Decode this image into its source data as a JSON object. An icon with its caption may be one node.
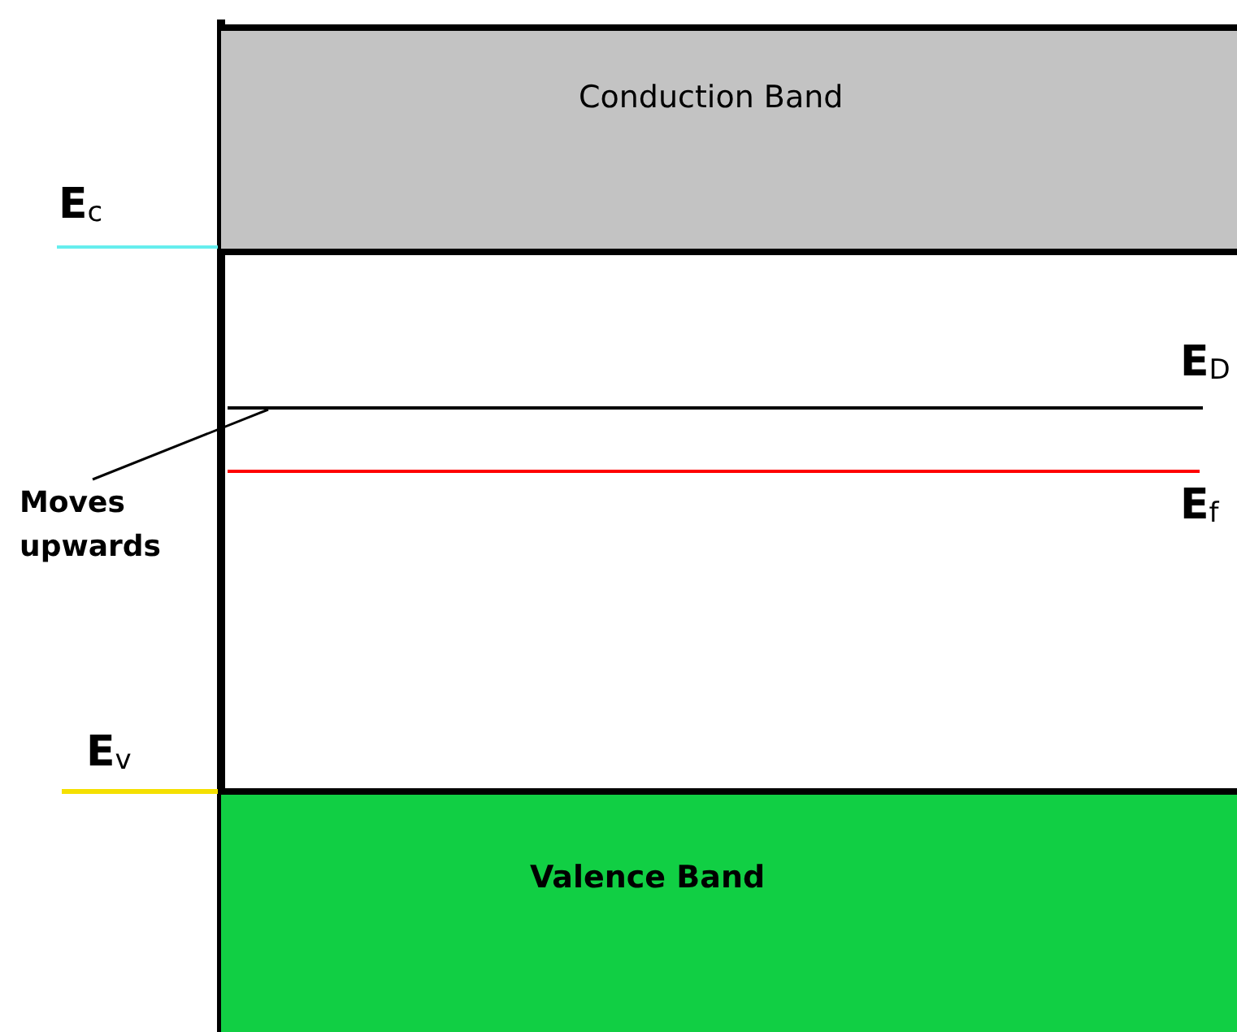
{
  "diagram": {
    "nodes": [
      {
        "text": [
          "Conduction Band"
        ]
      },
      {
        "text": [
          "Valence Band"
        ]
      },
      {
        "text": [
          "Moves upwards"
        ]
      },
      {
        "text": [],
        "shape": "bar"
      }
    ],
    "edges": [
      {
        "from": 2,
        "to": 3,
        "arrow": "none"
      }
    ],
    "labels": [
      "E$_{c}$",
      "E$_{D}$",
      "E$_{f}$",
      "E$_{v}$"
    ]
  }
}
